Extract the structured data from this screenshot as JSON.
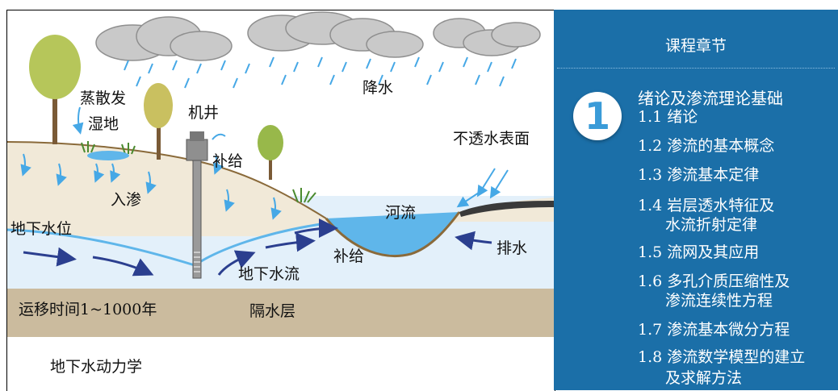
{
  "diagram": {
    "labels": {
      "rain": "降水",
      "evaporation": "蒸散发",
      "wetland": "湿地",
      "well": "机井",
      "recharge_well": "补给",
      "infiltration": "入渗",
      "impermeable_surface": "不透水表面",
      "river": "河流",
      "water_table": "地下水位",
      "recharge_river": "补给",
      "discharge": "排水",
      "groundwater_flow": "地下水流",
      "travel_time": "运移时间1~1000年",
      "aquitard": "隔水层"
    },
    "bottom_title": "地下水动力学"
  },
  "panel": {
    "header": "课程章节",
    "chapter_number": "1",
    "chapter_title": "绪论及渗流理论基础",
    "sections": [
      "1.1 绪论",
      "1.2 渗流的基本概念",
      "1.3 渗流基本定律",
      "1.4 岩层透水特征及",
      "水流折射定律",
      "1.5 流网及其应用",
      "1.6 多孔介质压缩性及",
      "渗流连续性方程",
      "1.7 渗流基本微分方程",
      "1.8 渗流数学模型的建立",
      "及求解方法"
    ]
  },
  "colors": {
    "panel_bg": "#1b6fa8",
    "badge_number": "#3a9bd8",
    "aquitard": "#cbbb9e",
    "aquifer": "#e3f0fa",
    "soil": "#f1e9d8",
    "water": "#5fb6ea",
    "flow_arrow": "#2b3f8f",
    "infiltration_arrow": "#46a8e6"
  },
  "icons": [
    "cloud-icon",
    "tree-icon",
    "well-pump-icon",
    "grass-icon",
    "flow-arrow-icon",
    "infiltration-arrow-icon"
  ]
}
